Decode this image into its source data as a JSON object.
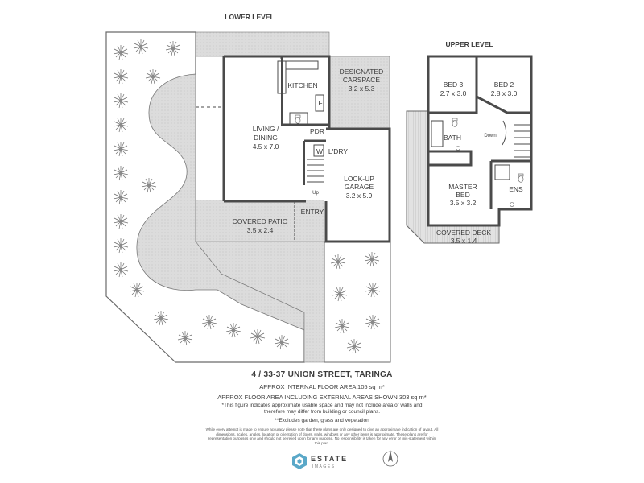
{
  "levels": {
    "lower": "LOWER LEVEL",
    "upper": "UPPER LEVEL"
  },
  "rooms": {
    "kitchen": "KITCHEN",
    "carspace_name": "DESIGNATED",
    "carspace_name2": "CARSPACE",
    "carspace_size": "3.2 x 5.3",
    "living_name": "LIVING /",
    "living_name2": "DINING",
    "living_size": "4.5 x 7.0",
    "fridge": "F",
    "pdr": "PDR",
    "washer": "W",
    "laundry": "L'DRY",
    "garage_name": "LOCK-UP",
    "garage_name2": "GARAGE",
    "garage_size": "3.2 x 5.9",
    "entry": "ENTRY",
    "patio_name": "COVERED PATIO",
    "patio_size": "3.5 x 2.4",
    "bed3": "BED 3",
    "bed3_size": "2.7 x 3.0",
    "bed2": "BED 2",
    "bed2_size": "2.8 x 3.0",
    "bath": "BATH",
    "down": "Down",
    "up": "Up",
    "master_name": "MASTER",
    "master_name2": "BED",
    "master_size": "3.5 x 3.2",
    "ens": "ENS",
    "deck_name": "COVERED DECK",
    "deck_size": "3.5 x 1.4"
  },
  "info": {
    "address": "4 / 33-37 UNION STREET, TARINGA",
    "area_internal": "APPROX INTERNAL FLOOR AREA 105 sq m*",
    "area_external": "APPROX FLOOR AREA INCLUDING EXTERNAL AREAS SHOWN 303 sq m*",
    "note1": "*This figure indicates approximate usable space and may not include area of walls and therefore may differ from building or council plans.",
    "note2": "**Excludes garden, grass and vegetation",
    "disclaimer": "While every attempt is made to ensure accuracy please note that these plans are only designed to give an approximate indication of layout. All dimensions, scales, angles, location or orientation of doors, walls, windows or any other items is approximate. These plans are for representation purposes only and should not be relied upon for any purpose. No responsibility is taken for any error or mis-statement within this plan."
  },
  "brand": {
    "name": "ESTATE",
    "sub": "IMAGES"
  },
  "icons": {
    "brand_logo": "estate-images-logo",
    "north": "north-arrow-icon",
    "plant": "plant-icon",
    "toilet": "toilet-icon"
  },
  "colors": {
    "wall": "#4a4a4a",
    "paved": "#dedede",
    "garden": "#ffffff",
    "text": "#3a3a3a",
    "brand_accent": "#5aa8c8"
  }
}
